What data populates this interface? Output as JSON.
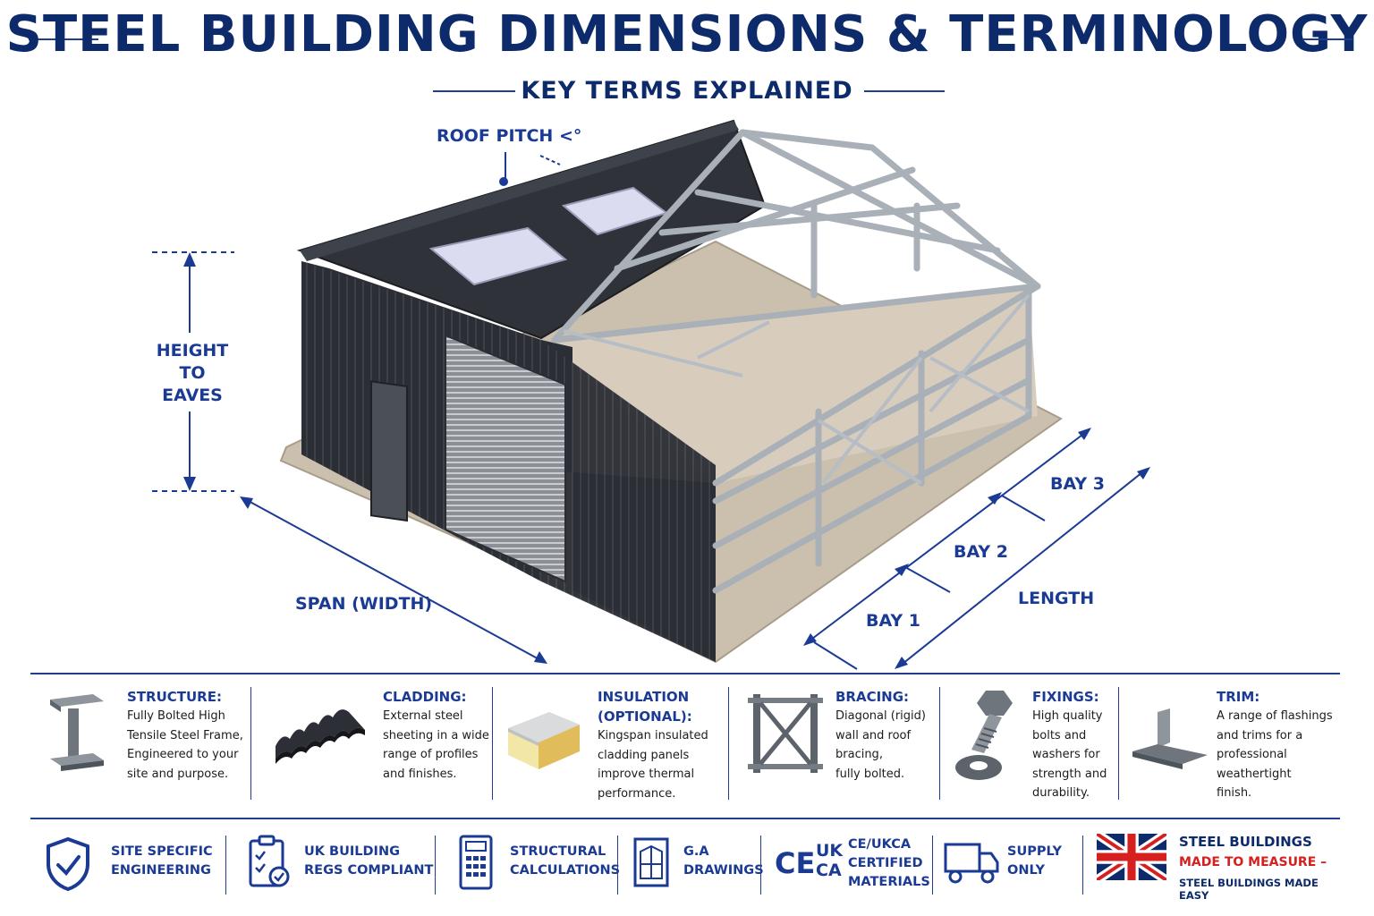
{
  "header": {
    "title": "STEEL BUILDING DIMENSIONS & TERMINOLOGY",
    "subtitle": "KEY TERMS EXPLAINED"
  },
  "diagram": {
    "roof_pitch": "ROOF PITCH <°",
    "height_line1": "HEIGHT",
    "height_line2": "TO",
    "height_line3": "EAVES",
    "span": "SPAN (WIDTH)",
    "bay1": "BAY 1",
    "bay2": "BAY 2",
    "bay3": "BAY 3",
    "length": "LENGTH"
  },
  "terms": [
    {
      "icon": "i-beam-icon",
      "title": "STRUCTURE:",
      "lines": [
        "Fully Bolted High",
        "Tensile Steel Frame,",
        "Engineered to your",
        "site and purpose."
      ]
    },
    {
      "icon": "corrugated-sheet-icon",
      "title": "CLADDING:",
      "lines": [
        "External steel",
        "sheeting in a wide",
        "range of profiles",
        "and finishes."
      ]
    },
    {
      "icon": "insulation-panel-icon",
      "title": "INSULATION",
      "title2": "(OPTIONAL):",
      "lines": [
        "Kingspan insulated",
        "cladding panels",
        "improve thermal",
        "performance."
      ]
    },
    {
      "icon": "cross-bracing-icon",
      "title": "BRACING:",
      "lines": [
        "Diagonal (rigid)",
        "wall and roof",
        "bracing,",
        "fully bolted."
      ]
    },
    {
      "icon": "bolt-washer-icon",
      "title": "FIXINGS:",
      "lines": [
        "High quality",
        "bolts and",
        "washers for",
        "strength and",
        "durability."
      ]
    },
    {
      "icon": "flashing-trim-icon",
      "title": "TRIM:",
      "lines": [
        "A range of flashings",
        "and trims for a",
        "professional",
        "weathertight",
        "finish."
      ]
    }
  ],
  "features": [
    {
      "icon": "shield-check-icon",
      "line1": "SITE SPECIFIC",
      "line2": "ENGINEERING"
    },
    {
      "icon": "clipboard-check-icon",
      "line1": "UK BUILDING",
      "line2": "REGS COMPLIANT"
    },
    {
      "icon": "calculator-icon",
      "line1": "STRUCTURAL",
      "line2": "CALCULATIONS"
    },
    {
      "icon": "drawing-icon",
      "line1": "G.A",
      "line2": "DRAWINGS"
    },
    {
      "icon": "ce-ukca-icon",
      "mark1": "CE",
      "mark2": "UK",
      "mark3": "CA",
      "line1": "CE/UKCA",
      "line2": "CERTIFIED",
      "line3": "MATERIALS"
    },
    {
      "icon": "truck-icon",
      "line1": "SUPPLY",
      "line2": "ONLY"
    }
  ],
  "brand": {
    "flag_icon": "union-jack-icon",
    "line1": "STEEL BUILDINGS",
    "line2": "MADE TO MEASURE –",
    "line3": "STEEL BUILDINGS MADE EASY"
  },
  "colors": {
    "navy": "#0d2a6b",
    "accent_blue": "#1a3a94",
    "red": "#d62020",
    "cladding": "#2a2d33",
    "steel": "#a9b0b8"
  }
}
